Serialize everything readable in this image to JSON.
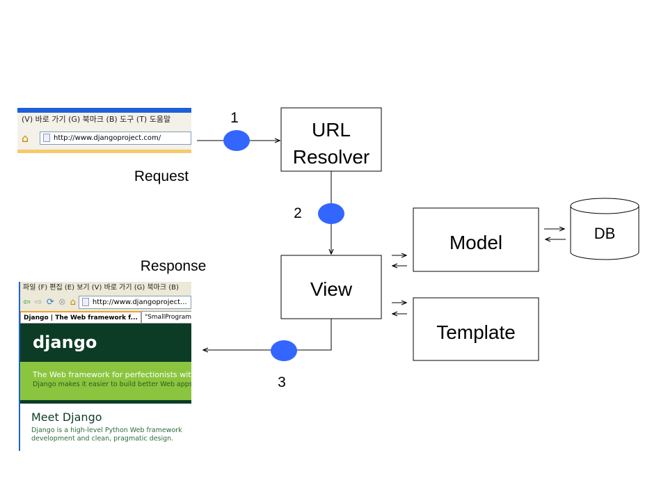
{
  "request_screenshot": {
    "menu": "(V)   바로 가기 (G)   북마크 (B)   도구 (T)   도움말",
    "url": "http://www.djangoproject.com/"
  },
  "response_screenshot": {
    "menu": "파일 (F)  편집 (E)  보기 (V)  바로 가기 (G)  북마크 (B)",
    "url": "http://www.djangoproject...",
    "tab_active": "Django | The Web framework f...",
    "tab_other": "\"SmallProgram",
    "logo": "django",
    "tagline": "The Web framework for perfectionists with deadlines",
    "subtagline": "Django makes it easier to build better Web apps",
    "heading": "Meet Django",
    "description_line1": "Django is a high-level Python Web framework",
    "description_line2": "development and clean, pragmatic design."
  },
  "diagram": {
    "nodes": {
      "url_resolver_line1": "URL",
      "url_resolver_line2": "Resolver",
      "view": "View",
      "model": "Model",
      "template": "Template",
      "db": "DB"
    },
    "labels": {
      "request": "Request",
      "response": "Response",
      "step1": "1",
      "step2": "2",
      "step3": "3"
    },
    "colors": {
      "step_dot": "#3366ff",
      "line": "#000000"
    }
  }
}
